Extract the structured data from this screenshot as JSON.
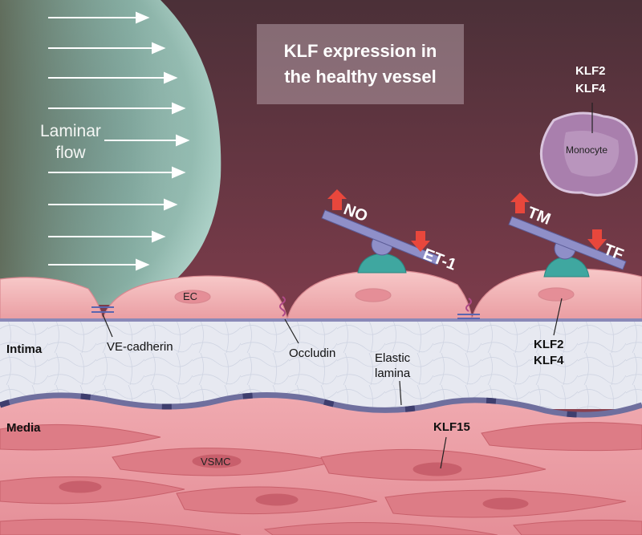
{
  "title": {
    "line1": "KLF expression in",
    "line2": "the healthy vessel"
  },
  "flow": {
    "line1": "Laminar",
    "line2": "flow"
  },
  "monocyte": {
    "label": "Monocyte",
    "klf_line1": "KLF2",
    "klf_line2": "KLF4"
  },
  "balance_left": {
    "up": "NO",
    "down": "ET-1"
  },
  "balance_right": {
    "up": "TM",
    "down": "TF"
  },
  "cells": {
    "ec": "EC",
    "vsmc": "VSMC"
  },
  "junctions": {
    "ve_cadherin": "VE-cadherin",
    "occludin": "Occludin"
  },
  "layers": {
    "intima": "Intima",
    "media": "Media",
    "elastic_line1": "Elastic",
    "elastic_line2": "lamina"
  },
  "ec_klf": {
    "line1": "KLF2",
    "line2": "KLF4"
  },
  "vsmc_klf": "KLF15",
  "colors": {
    "up_arrow": "#e8473c",
    "down_arrow": "#e8473c",
    "beam": "#8f8fc8",
    "fulcrum": "#3fa7a0",
    "endothelium": "#f2b7b8",
    "lamina": "#6f6f9e"
  }
}
